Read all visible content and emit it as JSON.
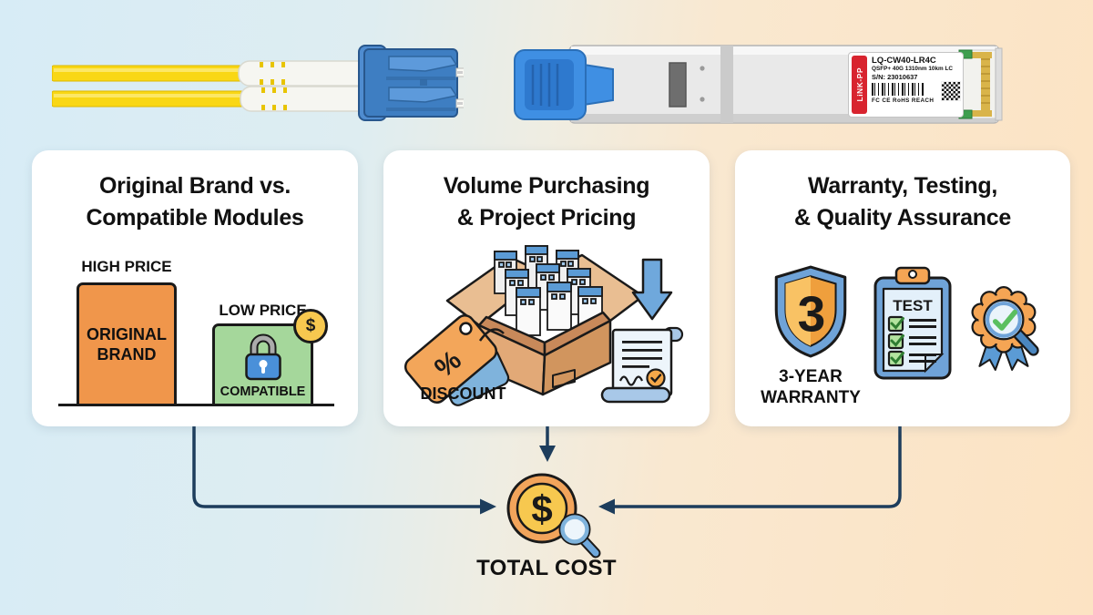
{
  "transceiver_label": {
    "brand": "LiNK-PP",
    "model": "LQ-CW40-LR4C",
    "spec": "QSFP+ 40G 1310nm 10km LC",
    "serial": "S/N: 23010637",
    "marks": "FC  CE  RoHS  REACH"
  },
  "cards": [
    {
      "title_line1": "Original Brand vs.",
      "title_line2": "Compatible Modules",
      "high_price": "HIGH PRICE",
      "low_price": "LOW PRICE",
      "bar_label_line1": "ORIGINAL",
      "bar_label_line2": "BRAND",
      "compatible": "COMPATIBLE",
      "coin_symbol": "$"
    },
    {
      "title_line1": "Volume Purchasing",
      "title_line2": "& Project Pricing",
      "discount": "DISCOUNT",
      "tag_symbol": "%"
    },
    {
      "title_line1": "Warranty, Testing,",
      "title_line2": "& Quality Assurance",
      "shield_number": "3",
      "warranty_line1": "3-YEAR",
      "warranty_line2": "WARRANTY",
      "clipboard_title": "TEST"
    }
  ],
  "total_cost": {
    "label": "TOTAL COST",
    "coin_symbol": "$"
  },
  "colors": {
    "arrow_navy": "#1D3D5C",
    "orange": "#F0964B",
    "green": "#A5D79B",
    "lock_blue": "#4A90D9",
    "coin_gold": "#F7C84F",
    "coin_ring": "#F2A45B",
    "accent_blue": "#5B9BD5",
    "label_red": "#D8242F"
  }
}
